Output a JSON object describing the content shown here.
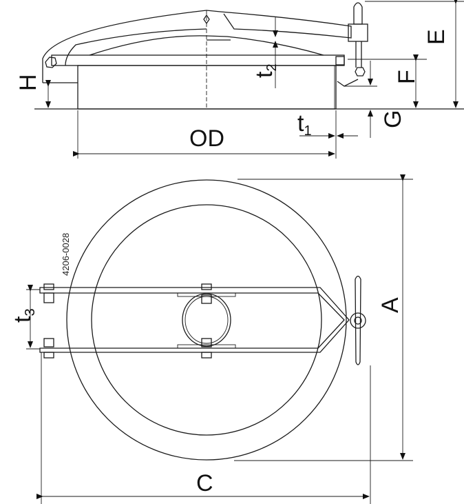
{
  "drawing": {
    "part_number": "4206-0028",
    "labels": {
      "H": "H",
      "OD": "OD",
      "t1_main": "t",
      "t1_sub": "1",
      "t2_main": "t",
      "t2_sub": "2",
      "t3_main": "t",
      "t3_sub": "3",
      "F": "F",
      "E": "E",
      "G": "G",
      "A": "A",
      "C": "C"
    }
  }
}
